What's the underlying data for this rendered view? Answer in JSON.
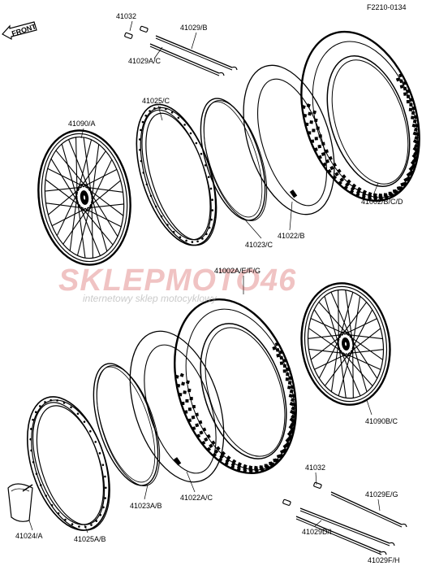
{
  "figure_code": "F2210-0134",
  "front_label": "FRONT",
  "watermark": {
    "brand": "SKLEPMOTO46",
    "tagline": "internetowy sklep motocyklowy",
    "brand_color": "#c82828"
  },
  "parts": [
    {
      "id": "p_41032_top",
      "label": "41032"
    },
    {
      "id": "p_41029b",
      "label": "41029/B"
    },
    {
      "id": "p_41029ac",
      "label": "41029A/C"
    },
    {
      "id": "p_41025c",
      "label": "41025/C"
    },
    {
      "id": "p_41090a",
      "label": "41090/A"
    },
    {
      "id": "p_41023c",
      "label": "41023/C"
    },
    {
      "id": "p_41022b",
      "label": "41022/B"
    },
    {
      "id": "p_41002bcd",
      "label": "41002/B/C/D"
    },
    {
      "id": "p_41002aefg",
      "label": "41002A/E/F/G"
    },
    {
      "id": "p_41090bc",
      "label": "41090B/C"
    },
    {
      "id": "p_41032_bot",
      "label": "41032"
    },
    {
      "id": "p_41029eg",
      "label": "41029E/G"
    },
    {
      "id": "p_41029di",
      "label": "41029D/I"
    },
    {
      "id": "p_41029fh",
      "label": "41029F/H"
    },
    {
      "id": "p_41024a",
      "label": "41024/A"
    },
    {
      "id": "p_41025ab",
      "label": "41025A/B"
    },
    {
      "id": "p_41023ab",
      "label": "41023A/B"
    },
    {
      "id": "p_41022ac",
      "label": "41022A/C"
    }
  ]
}
